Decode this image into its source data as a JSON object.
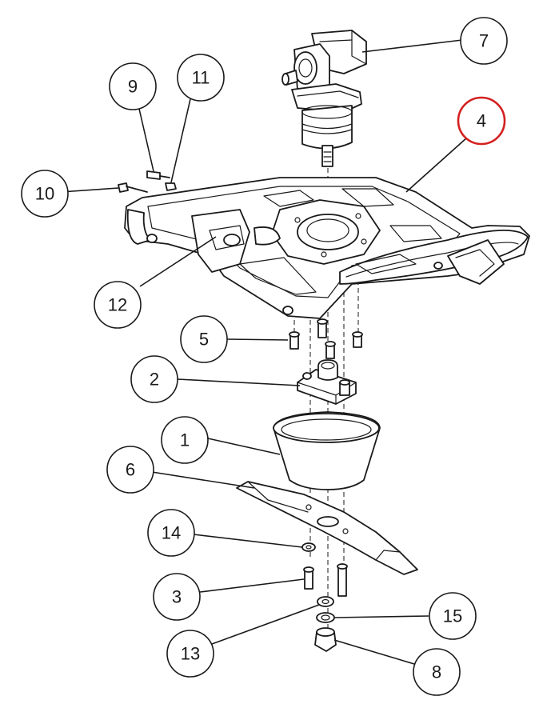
{
  "diagram": {
    "type": "exploded-parts-view",
    "highlight_color": "#d42020",
    "line_color": "#1a1a1a",
    "background": "#ffffff",
    "callouts": [
      {
        "id": "1",
        "label": "1",
        "highlighted": false
      },
      {
        "id": "2",
        "label": "2",
        "highlighted": false
      },
      {
        "id": "3",
        "label": "3",
        "highlighted": false
      },
      {
        "id": "4",
        "label": "4",
        "highlighted": true
      },
      {
        "id": "5",
        "label": "5",
        "highlighted": false
      },
      {
        "id": "6",
        "label": "6",
        "highlighted": false
      },
      {
        "id": "7",
        "label": "7",
        "highlighted": false
      },
      {
        "id": "8",
        "label": "8",
        "highlighted": false
      },
      {
        "id": "9",
        "label": "9",
        "highlighted": false
      },
      {
        "id": "10",
        "label": "10",
        "highlighted": false
      },
      {
        "id": "11",
        "label": "11",
        "highlighted": false
      },
      {
        "id": "12",
        "label": "12",
        "highlighted": false
      },
      {
        "id": "13",
        "label": "13",
        "highlighted": false
      },
      {
        "id": "14",
        "label": "14",
        "highlighted": false
      },
      {
        "id": "15",
        "label": "15",
        "highlighted": false
      }
    ]
  }
}
